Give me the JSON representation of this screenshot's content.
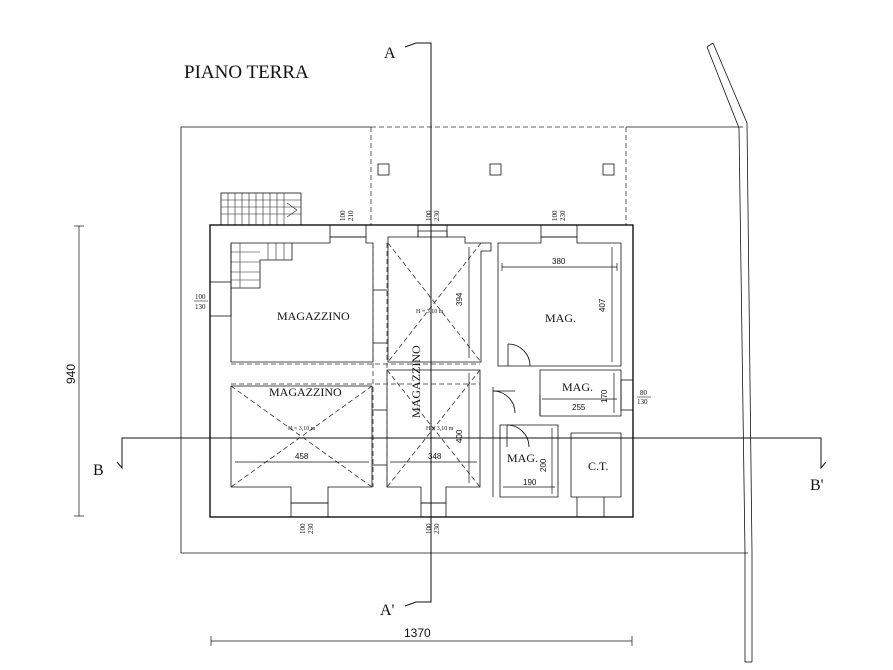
{
  "title": "PIANO TERRA",
  "sections": {
    "a_top": "A",
    "a_bottom": "A'",
    "b_left": "B",
    "b_right": "B'"
  },
  "rooms": {
    "magazzino_1": "MAGAZZINO",
    "magazzino_2": "MAGAZZINO",
    "magazzino_3": "MAGAZZINO",
    "mag_1": "MAG.",
    "mag_2": "MAG.",
    "mag_3": "MAG.",
    "ct": "C.T."
  },
  "heights": {
    "h_1": "H = 3,10 m",
    "h_2": "H = 3,10 m",
    "h_3": "H = 3,10 m"
  },
  "dimensions": {
    "overall_width": "1370",
    "overall_height": "940",
    "mag1_width": "380",
    "mag1_depth": "407",
    "room_height_394": "394",
    "room_height_400": "400",
    "width_458": "458",
    "width_348": "348",
    "mag2_width": "255",
    "mag2_depth": "170",
    "mag3_width": "190",
    "mag3_depth": "200"
  },
  "openings": {
    "w_top_left": {
      "w": "100",
      "h": "210"
    },
    "w_top_mid": {
      "w": "100",
      "h": "230"
    },
    "w_top_right": {
      "w": "100",
      "h": "230"
    },
    "w_left": {
      "w": "100",
      "h": "130"
    },
    "w_right": {
      "w": "80",
      "h": "130"
    },
    "w_bottom_left": {
      "w": "100",
      "h": "230"
    },
    "w_bottom_mid": {
      "w": "100",
      "h": "230"
    }
  }
}
